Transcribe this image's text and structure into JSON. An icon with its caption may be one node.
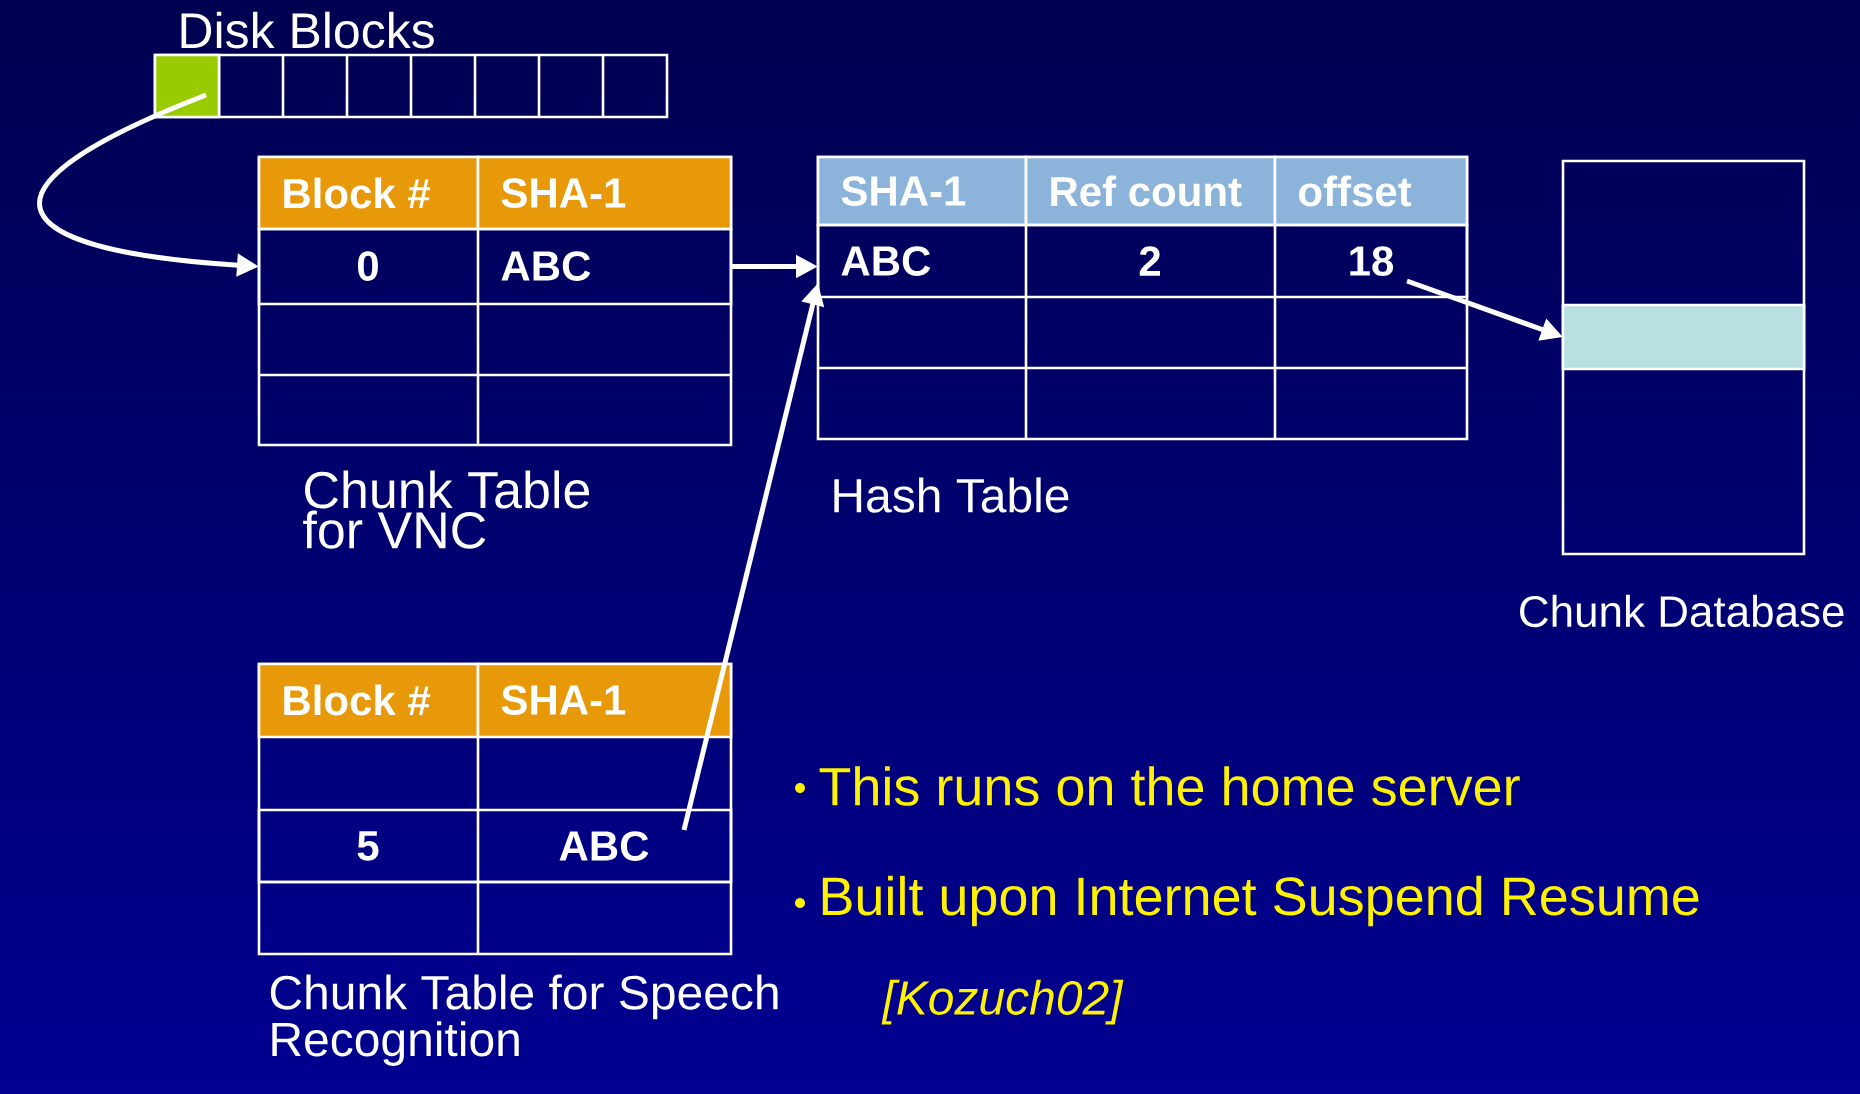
{
  "diagram": {
    "nodes": [
      {
        "text": [
          "Disk Blocks"
        ]
      },
      {
        "text": [],
        "shape": "box",
        "in": 0
      },
      {
        "text": [
          "Chunk Table for VNC"
        ]
      },
      {
        "text": [
          "0",
          "ABC"
        ],
        "in": 2
      },
      {
        "text": [
          "Hash Table"
        ]
      },
      {
        "text": [
          "ABC",
          "2",
          "18"
        ],
        "in": 4
      },
      {
        "text": [
          "Chunk Database"
        ]
      },
      {
        "text": [],
        "shape": "box",
        "in": 6
      },
      {
        "text": [
          "Chunk Table for Speech Recognition"
        ]
      },
      {
        "text": [
          "5",
          "ABC"
        ],
        "in": 8
      }
    ],
    "edges": [
      {
        "from": 1,
        "to": 3,
        "arrow": "to"
      },
      {
        "from": 3,
        "to": 5,
        "arrow": "to"
      },
      {
        "from": 9,
        "to": 5,
        "arrow": "to"
      },
      {
        "from": 5,
        "to": 7,
        "arrow": "to"
      }
    ],
    "labels": [
      "Block #",
      "SHA-1",
      "SHA-1",
      "Ref count",
      "offset",
      "Block #",
      "SHA-1",
      "This runs on the home server",
      "Built upon Internet Suspend Resume",
      "[Kozuch02]"
    ]
  }
}
